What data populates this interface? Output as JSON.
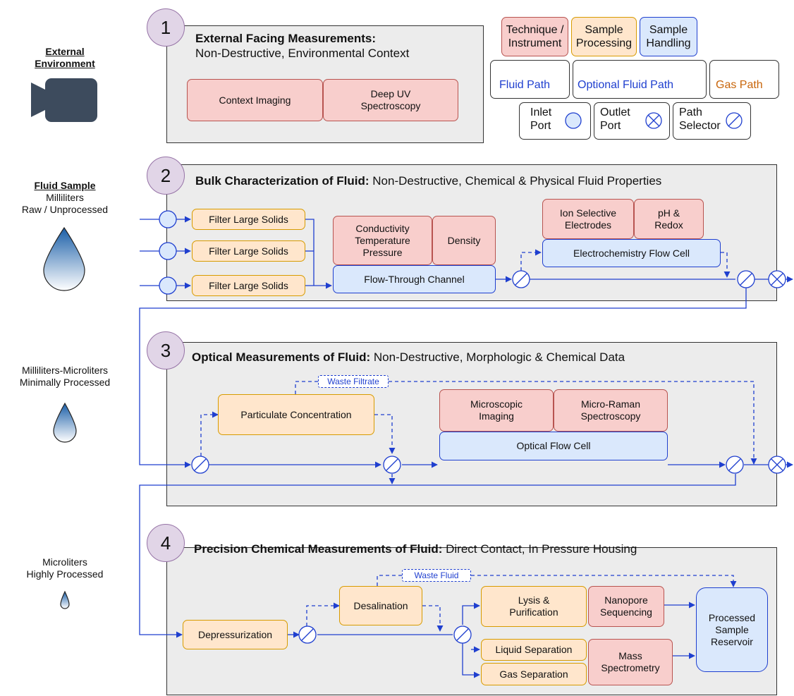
{
  "side": {
    "external_title": "External\nEnvironment",
    "fluid_title": "Fluid Sample",
    "fluid_sub": "Milliliters\nRaw / Unprocessed",
    "ml_ul": "Milliliters-Microliters\nMinimally Processed",
    "ul": "Microliters\nHighly Processed"
  },
  "legend": {
    "technique": "Technique /\nInstrument",
    "sample_processing": "Sample\nProcessing",
    "sample_handling": "Sample\nHandling",
    "fluid_path": "Fluid Path",
    "optional_fluid_path": "Optional Fluid Path",
    "gas_path": "Gas Path",
    "inlet_port": "Inlet\nPort",
    "outlet_port": "Outlet\nPort",
    "path_selector": "Path\nSelector"
  },
  "panel1": {
    "number": "1",
    "title_bold": "External Facing Measurements:",
    "title_rest": "Non-Destructive, Environmental Context",
    "context_imaging": "Context Imaging",
    "deep_uv": "Deep UV\nSpectroscopy"
  },
  "panel2": {
    "number": "2",
    "title_bold": "Bulk Characterization of Fluid:",
    "title_rest": " Non-Destructive, Chemical & Physical Fluid Properties",
    "filter": "Filter Large Solids",
    "conductivity": "Conductivity\nTemperature\nPressure",
    "density": "Density",
    "flow_through": "Flow-Through Channel",
    "ion_selective": "Ion Selective\nElectrodes",
    "ph_redox": "pH &\nRedox",
    "electrochem": "Electrochemistry Flow Cell"
  },
  "panel3": {
    "number": "3",
    "title_bold": "Optical Measurements of Fluid:",
    "title_rest": " Non-Destructive, Morphologic & Chemical Data",
    "particulate": "Particulate Concentration",
    "waste_filtrate": "Waste Filtrate",
    "microscopic": "Microscopic\nImaging",
    "micro_raman": "Micro-Raman\nSpectroscopy",
    "optical_flow": "Optical Flow Cell"
  },
  "panel4": {
    "number": "4",
    "title_bold": "Precision Chemical Measurements of Fluid:",
    "title_rest": " Direct Contact, In Pressure Housing",
    "depressurization": "Depressurization",
    "desalination": "Desalination",
    "waste_fluid": "Waste Fluid",
    "lysis": "Lysis &\nPurification",
    "nanopore": "Nanopore\nSequencing",
    "liquid_sep": "Liquid Separation",
    "gas_sep": "Gas Separation",
    "mass_spec": "Mass\nSpectrometry",
    "reservoir": "Processed\nSample\nReservoir"
  },
  "colors": {
    "fluid": "#1f3fcf",
    "gas": "#c8650a",
    "technique": "#f8cecc",
    "processing": "#ffe6cc",
    "handling": "#dae8fc",
    "panel": "#ececec",
    "badge": "#e1d5e7"
  }
}
